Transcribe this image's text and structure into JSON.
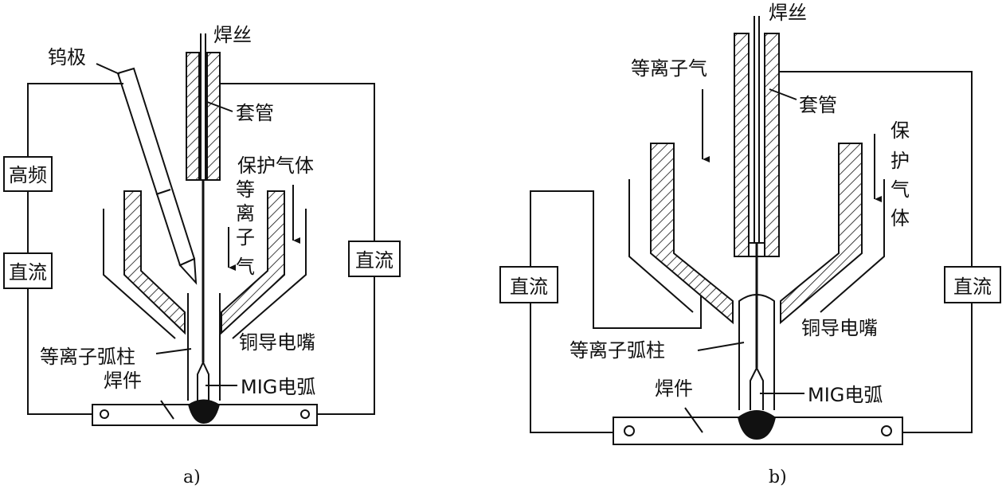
{
  "panel_a": {
    "caption": "a)",
    "labels": {
      "wire": "焊丝",
      "tungsten": "钨极",
      "sleeve": "套管",
      "shield_gas": "保护气体",
      "plasma_gas_1": "等",
      "plasma_gas_2": "离",
      "plasma_gas_3": "子",
      "plasma_gas_4": "气",
      "hf_box": "高频",
      "dc_left": "直流",
      "dc_right": "直流",
      "nozzle": "铜导电嘴",
      "plasma_column": "等离子弧柱",
      "workpiece": "焊件",
      "mig_arc": "MIG电弧"
    }
  },
  "panel_b": {
    "caption": "b)",
    "labels": {
      "wire": "焊丝",
      "plasma_gas": "等离子气",
      "sleeve": "套管",
      "shield_1": "保",
      "shield_2": "护",
      "shield_3": "气",
      "shield_4": "体",
      "dc_left": "直流",
      "dc_right": "直流",
      "nozzle": "铜导电嘴",
      "plasma_column": "等离子弧柱",
      "workpiece": "焊件",
      "mig_arc": "MIG电弧"
    }
  }
}
